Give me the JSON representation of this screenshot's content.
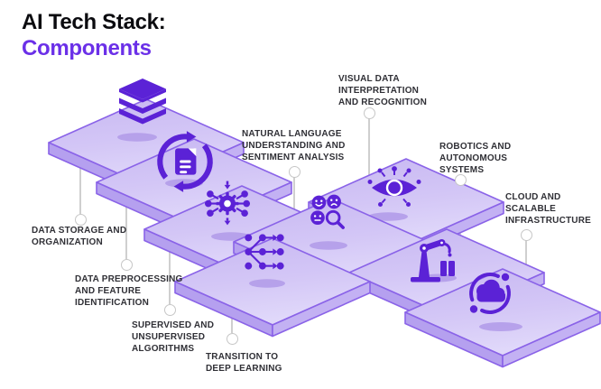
{
  "header": {
    "title_black": "AI Tech Stack:",
    "title_accent": "Components"
  },
  "colors": {
    "accent_purple": "#6B30E8",
    "icon_purple": "#5B22D6",
    "platform_top_light": "#DCD2F8",
    "platform_top_dark": "#C8B8F2",
    "platform_side_left": "#B5A0EF",
    "platform_side_right": "#C3B1F3",
    "platform_stroke": "#8A63E8",
    "shadow_ellipse": "#B29CE9",
    "connector_gray": "#CFCFCF",
    "label_text": "#303036",
    "title_black": "#0B0B0F"
  },
  "platforms": [
    {
      "id": "data-storage",
      "icon": "stack-layers-icon",
      "label_position": "below",
      "label_lines": [
        "DATA STORAGE AND",
        "ORGANIZATION"
      ]
    },
    {
      "id": "data-preprocessing",
      "icon": "document-refresh-icon",
      "label_position": "below",
      "label_lines": [
        "DATA PREPROCESSING",
        "AND FEATURE",
        "IDENTIFICATION"
      ]
    },
    {
      "id": "algorithms",
      "icon": "gear-hub-icon",
      "label_position": "below",
      "label_lines": [
        "SUPERVISED AND",
        "UNSUPERVISED",
        "ALGORITHMS"
      ]
    },
    {
      "id": "deep-learning",
      "icon": "neural-network-icon",
      "label_position": "below",
      "label_lines": [
        "TRANSITION TO",
        "DEEP LEARNING"
      ]
    },
    {
      "id": "nlp-sentiment",
      "icon": "sentiment-faces-icon",
      "label_position": "above",
      "label_lines": [
        "NATURAL LANGUAGE",
        "UNDERSTANDING AND",
        "SENTIMENT ANALYSIS"
      ]
    },
    {
      "id": "visual-data",
      "icon": "vision-eye-icon",
      "label_position": "above",
      "label_lines": [
        "VISUAL DATA",
        "INTERPRETATION",
        "AND RECOGNITION"
      ]
    },
    {
      "id": "robotics",
      "icon": "robot-arm-icon",
      "label_position": "above",
      "label_lines": [
        "ROBOTICS AND",
        "AUTONOMOUS",
        "SYSTEMS"
      ]
    },
    {
      "id": "cloud-infrastructure",
      "icon": "cloud-sync-icon",
      "label_position": "above",
      "label_lines": [
        "CLOUD AND",
        "SCALABLE",
        "INFRASTRUCTURE"
      ]
    }
  ]
}
